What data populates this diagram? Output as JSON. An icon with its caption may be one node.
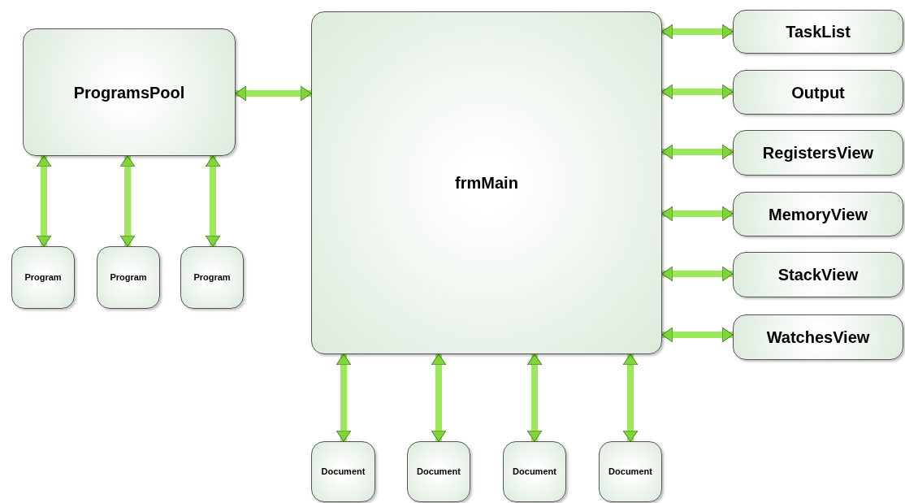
{
  "diagram": {
    "nodes": [
      {
        "text": [
          "ProgramsPool"
        ]
      },
      {
        "text": [
          "frmMain"
        ]
      },
      {
        "text": [
          "TaskList"
        ]
      },
      {
        "text": [
          "Output"
        ]
      },
      {
        "text": [
          "RegistersView"
        ]
      },
      {
        "text": [
          "MemoryView"
        ]
      },
      {
        "text": [
          "StackView"
        ]
      },
      {
        "text": [
          "WatchesView"
        ]
      },
      {
        "text": [
          "Program"
        ]
      },
      {
        "text": [
          "Program"
        ]
      },
      {
        "text": [
          "Program"
        ]
      },
      {
        "text": [
          "Document"
        ]
      },
      {
        "text": [
          "Document"
        ]
      },
      {
        "text": [
          "Document"
        ]
      },
      {
        "text": [
          "Document"
        ]
      }
    ],
    "edges": [
      {
        "from": 0,
        "to": 1,
        "arrow": "both"
      },
      {
        "from": 1,
        "to": 2,
        "arrow": "both"
      },
      {
        "from": 1,
        "to": 3,
        "arrow": "both"
      },
      {
        "from": 1,
        "to": 4,
        "arrow": "both"
      },
      {
        "from": 1,
        "to": 5,
        "arrow": "both"
      },
      {
        "from": 1,
        "to": 6,
        "arrow": "both"
      },
      {
        "from": 1,
        "to": 7,
        "arrow": "both"
      },
      {
        "from": 0,
        "to": 8,
        "arrow": "both"
      },
      {
        "from": 0,
        "to": 9,
        "arrow": "both"
      },
      {
        "from": 0,
        "to": 10,
        "arrow": "both"
      },
      {
        "from": 1,
        "to": 11,
        "arrow": "both"
      },
      {
        "from": 1,
        "to": 12,
        "arrow": "both"
      },
      {
        "from": 1,
        "to": 13,
        "arrow": "both"
      },
      {
        "from": 1,
        "to": 14,
        "arrow": "both"
      }
    ]
  }
}
